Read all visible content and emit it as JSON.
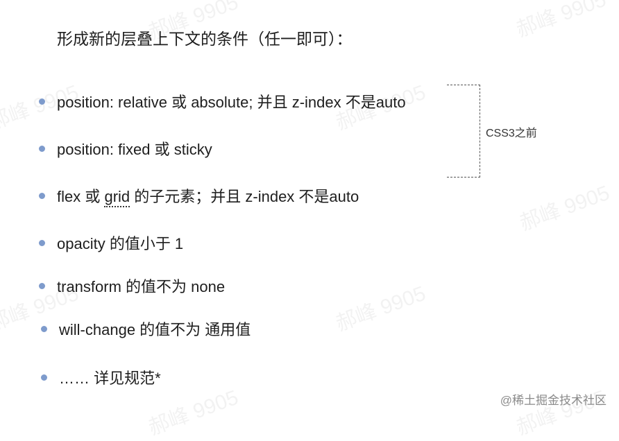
{
  "heading": "形成新的层叠上下文的条件（任一即可）：",
  "items": [
    {
      "text": "position: relative 或 absolute; 并且 z-index 不是auto"
    },
    {
      "text": "position: fixed 或 sticky"
    },
    {
      "pre": "flex 或 ",
      "underlined": "grid",
      "post": " 的子元素；并且 z-index 不是auto"
    },
    {
      "text": "opacity 的值小于 1"
    },
    {
      "text": "transform 的值不为 none"
    },
    {
      "text": "will-change 的值不为 通用值"
    },
    {
      "text": "…… 详见规范*"
    }
  ],
  "bracket_label": "CSS3之前",
  "watermark": "郝峰 9905",
  "credit": "@稀土掘金技术社区",
  "colors": {
    "bullet": "#7e9bcc",
    "text": "#1e1e1e"
  }
}
